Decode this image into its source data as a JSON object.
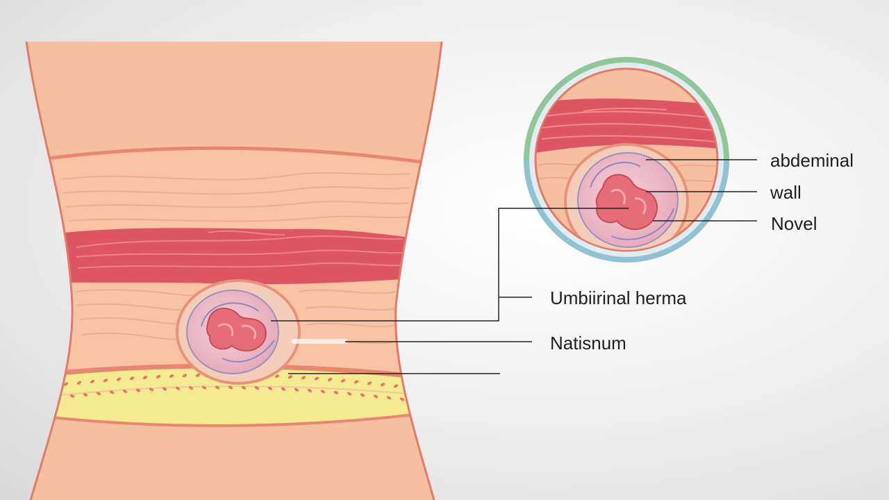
{
  "labels": {
    "abdominal": "abdeminal",
    "wall": "wall",
    "navel": "Novel",
    "umbilical_hernia": "Umbiirinal herma",
    "natisnum": "Natisnum"
  },
  "colors": {
    "skin": "#f6bfa0",
    "skin_outline": "#e47a68",
    "muscle": "#dd5563",
    "fat_band": "#f4ea90",
    "fat_dots": "#e8756a",
    "ring_green": "#8fc79a",
    "ring_blue": "#8fc3d1",
    "hernia_sac": "#e9b8c6",
    "leader_line": "#222222"
  }
}
